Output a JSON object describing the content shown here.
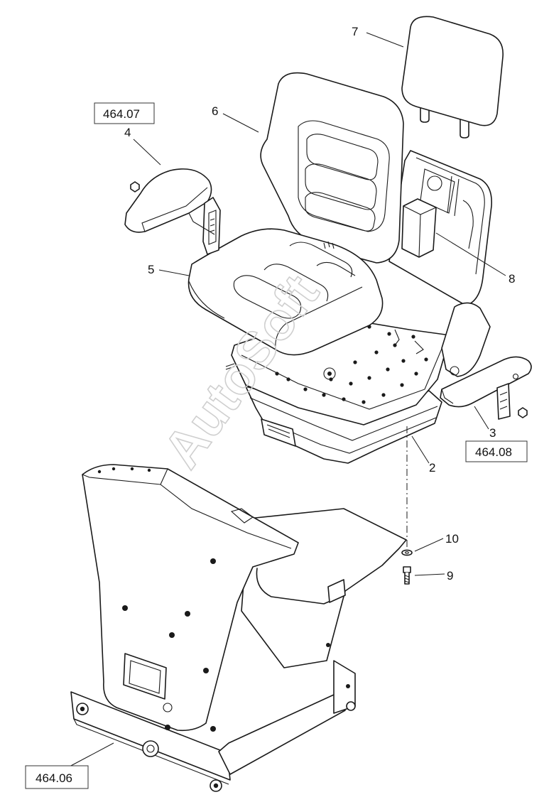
{
  "callouts": {
    "c1": "7",
    "c2": "6",
    "c3": "4",
    "c4": "5",
    "c5": "8",
    "c6": "3",
    "c7": "2",
    "c8": "10",
    "c9": "9"
  },
  "references": {
    "armrest_left": "464.07",
    "armrest_right": "464.08",
    "base": "464.06"
  },
  "watermark": "AutoSoft",
  "colors": {
    "line": "#1a1a1a",
    "watermark": "#cfcfcf",
    "background": "#ffffff"
  }
}
